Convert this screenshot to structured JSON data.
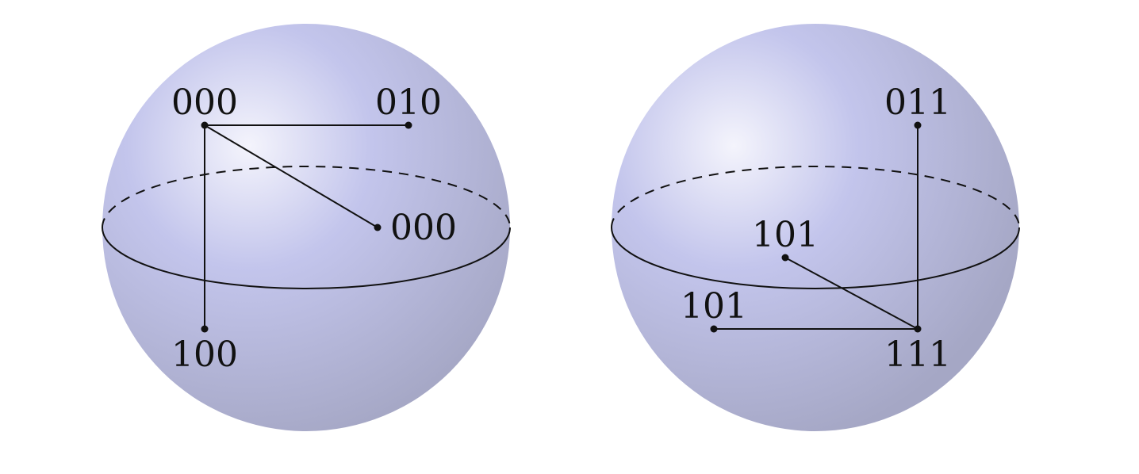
{
  "colors": {
    "sphere_highlight": "#f4f4fc",
    "sphere_mid": "#c3c5ec",
    "sphere_shadow": "#a5a7c5",
    "ink": "#111111"
  },
  "spheres": [
    {
      "name": "left-sphere",
      "nodes": [
        {
          "id": "n0",
          "label": "000"
        },
        {
          "id": "n1",
          "label": "010"
        },
        {
          "id": "n2",
          "label": "000"
        },
        {
          "id": "n3",
          "label": "100"
        }
      ],
      "edges": [
        [
          "n0",
          "n1"
        ],
        [
          "n0",
          "n2"
        ],
        [
          "n0",
          "n3"
        ]
      ]
    },
    {
      "name": "right-sphere",
      "nodes": [
        {
          "id": "m0",
          "label": "011"
        },
        {
          "id": "m1",
          "label": "101"
        },
        {
          "id": "m2",
          "label": "101"
        },
        {
          "id": "m3",
          "label": "111"
        }
      ],
      "edges": [
        [
          "m3",
          "m0"
        ],
        [
          "m3",
          "m1"
        ],
        [
          "m3",
          "m2"
        ]
      ]
    }
  ]
}
